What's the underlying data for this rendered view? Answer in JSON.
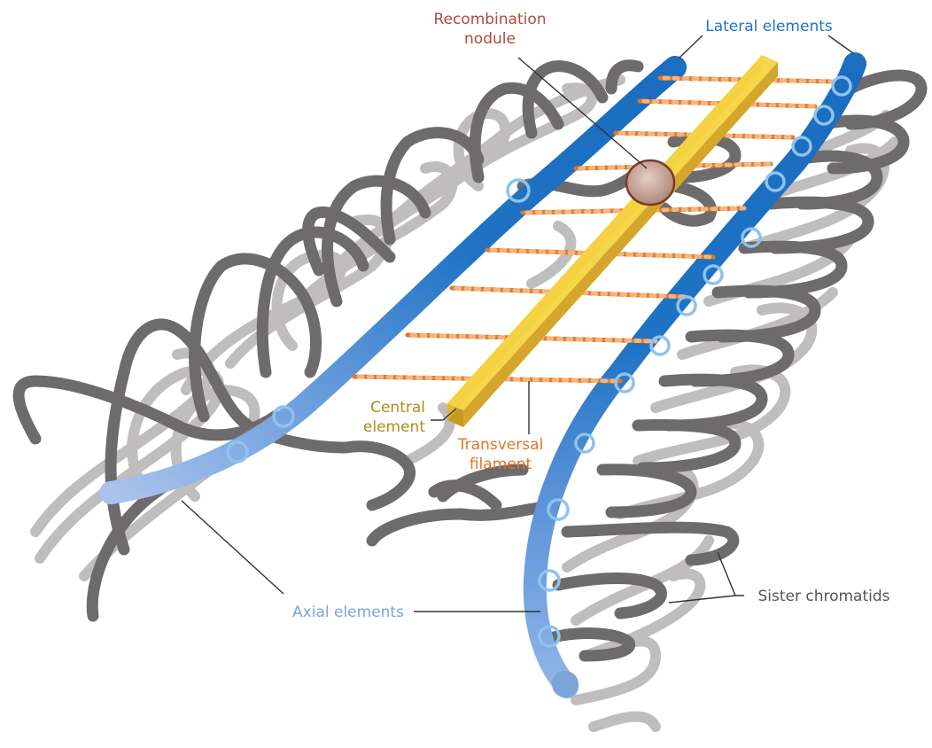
{
  "labels": {
    "recombination_nodule_line1": "Recombination",
    "recombination_nodule_line2": "nodule",
    "lateral_elements": "Lateral elements",
    "central_element_line1": "Central",
    "central_element_line2": "element",
    "transversal_filament_line1": "Transversal",
    "transversal_filament_line2": "filament",
    "axial_elements": "Axial elements",
    "sister_chromatids": "Sister chromatids"
  },
  "colors": {
    "lateral_element": "#1f73c4",
    "axial_element": "#7da4d6",
    "central_element": "#f2cf3e",
    "transversal_filament": "#e07626",
    "recombination_nodule": "#c9a79a",
    "sister_chromatid_dark": "#6d6b6c",
    "sister_chromatid_light": "#bfbdbd"
  }
}
